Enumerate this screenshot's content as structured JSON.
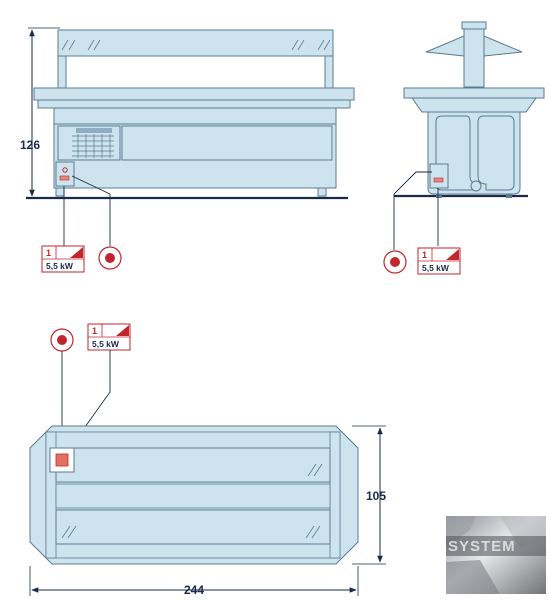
{
  "dimensions": {
    "height": "126",
    "depth": "105",
    "width": "244"
  },
  "electrical_badges": [
    {
      "phase": "1",
      "power": "5,5 kW"
    },
    {
      "phase": "1",
      "power": "5,5 kW"
    },
    {
      "phase": "1",
      "power": "5,5 kW"
    }
  ],
  "logo": {
    "text": "SYSTEM"
  },
  "colors": {
    "body_fill": "#cde4ef",
    "outline": "#5a7a92",
    "dimension_line": "#1a2a4a",
    "accent_red": "#c0272d"
  },
  "icons": {
    "connection_marker": "red-dot-in-circle-icon",
    "phase_badge": "single-phase-power-badge-icon"
  }
}
